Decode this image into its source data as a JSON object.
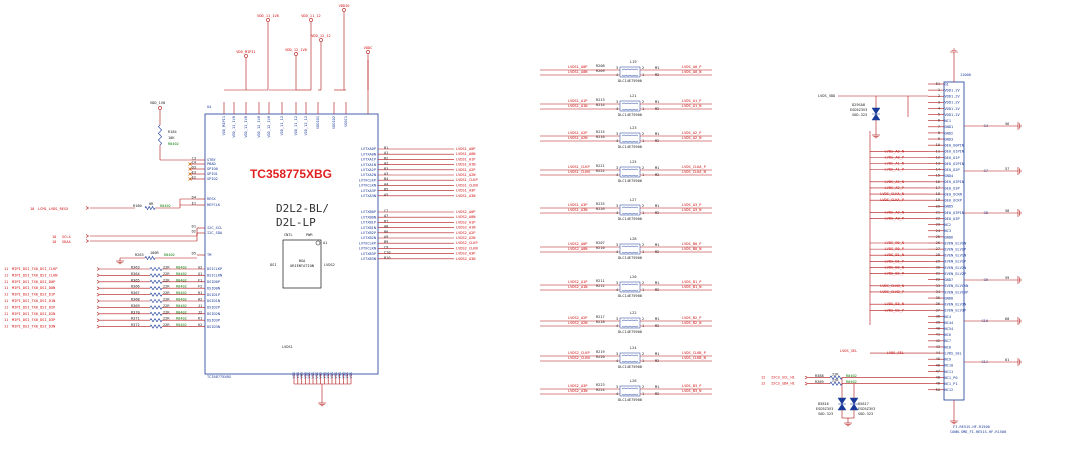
{
  "chip": {
    "ref": "U4",
    "part_red": "TC358775XBG",
    "subtitle_line1": "D2L2-BL/",
    "subtitle_line2": "D2L-LP",
    "bottom_label": "TC358775XBG",
    "inner_cntl": "CNTL",
    "inner_pwr": "PWR",
    "inner_a1": "A1",
    "inner_dsi": "DSI",
    "inner_bga": "BGA",
    "inner_orientation": "ORIENTATION",
    "inner_lvds2": "LVDS2",
    "lvds1_label": "LVDS1"
  },
  "power_rails": [
    {
      "label": "VDD_MIPI1"
    },
    {
      "label": "VDD_11_1V8"
    },
    {
      "label": "VDD_12_1V8"
    },
    {
      "label": "VDD_11_12"
    },
    {
      "label": "VDD_12_12"
    },
    {
      "label": "VDDIO"
    },
    {
      "label": "VDDC"
    }
  ],
  "top_pins": [
    "VDD_MIPI1",
    "VDD_11_1V8",
    "VDD_11_1V8",
    "VDD_12_1V8",
    "VDD_12_1V8",
    "VDD_11_12",
    "VDD_11_12",
    "VDD_12_12",
    "VDDIO1",
    "VDDIO2",
    "VDDC1"
  ],
  "left_pins": [
    {
      "sig": "STBY",
      "pin": "C3"
    },
    {
      "sig": "PBAD",
      "pin": "C4"
    },
    {
      "sig": "GPIO0",
      "pin": "D3"
    },
    {
      "sig": "GPIO1",
      "pin": "E3"
    },
    {
      "sig": "GPIO2",
      "pin": "E2"
    },
    {
      "sig": "RESX",
      "pin": "D4"
    },
    {
      "sig": "REFCLK",
      "pin": "E1"
    },
    {
      "sig": "I2C_SCL",
      "pin": "D1"
    },
    {
      "sig": "I2C_SDA",
      "pin": "D2"
    },
    {
      "sig": "TM",
      "pin": "D5"
    },
    {
      "sig": "DSICLKP",
      "pin": "G2"
    },
    {
      "sig": "DSICLKN",
      "pin": "G1"
    },
    {
      "sig": "DSID0P",
      "pin": "F1"
    },
    {
      "sig": "DSID0N",
      "pin": "F2"
    },
    {
      "sig": "DSID1P",
      "pin": "H1"
    },
    {
      "sig": "DSID1N",
      "pin": "H2"
    },
    {
      "sig": "DSID2P",
      "pin": "J1"
    },
    {
      "sig": "DSID2N",
      "pin": "J2"
    },
    {
      "sig": "DSID3P",
      "pin": "K1"
    },
    {
      "sig": "DSID3N",
      "pin": "K2"
    }
  ],
  "right_pins_a": [
    "LVTXA0P",
    "LVTXA0N",
    "LVTXA1P",
    "LVTXA1N",
    "LVTXA2P",
    "LVTXA2N",
    "LVTXCLKP",
    "LVTXCLKN",
    "LVTXA3P",
    "LVTXA3N"
  ],
  "right_pins_b": [
    "LVTXB0P",
    "LVTXB0N",
    "LVTXB1P",
    "LVTXB1N",
    "LVTXB2P",
    "LVTXB2N",
    "LVTXCLKP",
    "LVTXCLKN",
    "LVTXB3P",
    "LVTXB3N"
  ],
  "right_nets_a": [
    "LVDS1_A0P",
    "LVDS1_A0N",
    "LVDS1_A1P",
    "LVDS1_A1N",
    "LVDS1_A2P",
    "LVDS1_A2N",
    "LVDS1_CLKP",
    "LVDS1_CLKN",
    "LVDS1_A3P",
    "LVDS1_A3N"
  ],
  "right_nets_b": [
    "LVDS2_A0P",
    "LVDS2_A0N",
    "LVDS2_A1P",
    "LVDS2_A1N",
    "LVDS2_A2P",
    "LVDS2_A2N",
    "LVDS2_CLKP",
    "LVDS2_CLKN",
    "LVDS2_A3P",
    "LVDS2_A3N"
  ],
  "bottom_pins": [
    "VSS",
    "VSS",
    "VSS",
    "VSS",
    "VSS",
    "VSS",
    "VSS",
    "VSS",
    "VSS",
    "VSS",
    "VSS",
    "VSS",
    "VSS",
    "VSS",
    "VSS",
    "VSS"
  ],
  "pullup": {
    "rail": "VDD_1V8",
    "ref": "R184",
    "value": "10K",
    "dnp": "R0402"
  },
  "left_nets": [
    {
      "num": "10",
      "name": "LCM1_LVDS_RESX",
      "res": "R180",
      "val": "0R",
      "pkg": "R0402"
    },
    {
      "num": "10",
      "name": "SCL4",
      "res": "",
      "val": "",
      "pkg": ""
    },
    {
      "num": "10",
      "name": "SDA4",
      "res": "",
      "val": "",
      "pkg": ""
    },
    {
      "num": "",
      "name": "",
      "res": "R263",
      "val": "100R",
      "pkg": "R0402"
    }
  ],
  "dsi_nets": [
    {
      "num": "11",
      "name": "MIPI_DSI_TX0_DSI_CLKP",
      "res": "R363",
      "val": "22R",
      "pkg": "R0402",
      "pin": "G2"
    },
    {
      "num": "11",
      "name": "MIPI_DSI_TX0_DSI_CLKN",
      "res": "R364",
      "val": "22R",
      "pkg": "R0402",
      "pin": "G1"
    },
    {
      "num": "11",
      "name": "MIPI_DSI_TX0_DSI_D0P",
      "res": "R365",
      "val": "22R",
      "pkg": "R0402",
      "pin": "F1"
    },
    {
      "num": "11",
      "name": "MIPI_DSI_TX0_DSI_D0N",
      "res": "R366",
      "val": "22R",
      "pkg": "R0402",
      "pin": "F2"
    },
    {
      "num": "11",
      "name": "MIPI_DSI_TX0_DSI_D1P",
      "res": "R367",
      "val": "22R",
      "pkg": "R0402",
      "pin": "H1"
    },
    {
      "num": "11",
      "name": "MIPI_DSI_TX0_DSI_D1N",
      "res": "R368",
      "val": "22R",
      "pkg": "R0402",
      "pin": "H2"
    },
    {
      "num": "11",
      "name": "MIPI_DSI_TX0_DSI_D2P",
      "res": "R369",
      "val": "22R",
      "pkg": "R0402",
      "pin": "J1"
    },
    {
      "num": "11",
      "name": "MIPI_DSI_TX0_DSI_D2N",
      "res": "R370",
      "val": "22R",
      "pkg": "R0402",
      "pin": "J2"
    },
    {
      "num": "11",
      "name": "MIPI_DSI_TX0_DSI_D3P",
      "res": "R371",
      "val": "22R",
      "pkg": "R0402",
      "pin": "K1"
    },
    {
      "num": "11",
      "name": "MIPI_DSI_TX0_DSI_D3N",
      "res": "R372",
      "val": "22R",
      "pkg": "R0402",
      "pin": "K2"
    }
  ],
  "common_modes": [
    {
      "ref": "L19",
      "r1": "R208",
      "r2": "R209",
      "inP": "LVDS1_A0P",
      "inN": "LVDS1_A0N",
      "outP": "LVDS_A0_P",
      "outN": "LVDS_A0_N",
      "part": "DLC14E75900"
    },
    {
      "ref": "L21",
      "r1": "R213",
      "r2": "R214",
      "inP": "LVDS1_A1P",
      "inN": "LVDS1_A1N",
      "outP": "LVDS_A1_P",
      "outN": "LVDS_A1_N",
      "part": "DLC14E75900"
    },
    {
      "ref": "L23",
      "r1": "R215",
      "r2": "R216",
      "inP": "LVDS1_A2P",
      "inN": "LVDS1_A2N",
      "outP": "LVDS_A2_P",
      "outN": "LVDS_A2_N",
      "part": "DLC14E75900"
    },
    {
      "ref": "L25",
      "r1": "R221",
      "r2": "R222",
      "inP": "LVDS1_CLKP",
      "inN": "LVDS1_CLKN",
      "outP": "LVDS_CLKA_P",
      "outN": "LVDS_CLKA_N",
      "part": "DLC14E75900"
    },
    {
      "ref": "L27",
      "r1": "R225",
      "r2": "R226",
      "inP": "LVDS1_A3P",
      "inN": "LVDS1_A3N",
      "outP": "LVDS_A3_P",
      "outN": "LVDS_A3_N",
      "part": "DLC14E75900"
    },
    {
      "ref": "L28",
      "r1": "R207",
      "r2": "R210",
      "inP": "LVDS2_A0P",
      "inN": "LVDS2_A0N",
      "outP": "LVDS_B0_P",
      "outN": "LVDS_B0_N",
      "part": "DLC14E75900"
    },
    {
      "ref": "L20",
      "r1": "R211",
      "r2": "R212",
      "inP": "LVDS2_A1P",
      "inN": "LVDS2_A1N",
      "outP": "LVDS_B1_P",
      "outN": "LVDS_B1_N",
      "part": "DLC14E75900"
    },
    {
      "ref": "L22",
      "r1": "R217",
      "r2": "R218",
      "inP": "LVDS2_A2P",
      "inN": "LVDS2_A2N",
      "outP": "LVDS_B2_P",
      "outN": "LVDS_B2_N",
      "part": "DLC14E75900"
    },
    {
      "ref": "L24",
      "r1": "R219",
      "r2": "R220",
      "inP": "LVDS2_CLKP",
      "inN": "LVDS2_CLKN",
      "outP": "LVDS_CLKB_P",
      "outN": "LVDS_CLKB_N",
      "part": "DLC14E75900"
    },
    {
      "ref": "L26",
      "r1": "R223",
      "r2": "R224",
      "inP": "LVDS2_A3P",
      "inN": "LVDS2_A3N",
      "outP": "LVDS_B3_P",
      "outN": "LVDS_B3_N",
      "part": "DLC14E75900"
    }
  ],
  "connector": {
    "ref": "J1000",
    "part_line1": "FI-RE51S-HF-R1500",
    "part_line2": "CONN-SMD_FI-RE51S-HF-R1500",
    "gnd_pins_right": [
      "G4",
      "G7",
      "G8",
      "G9",
      "G10",
      "G11"
    ],
    "gnd_pins_right_nums": [
      "56",
      "57",
      "58",
      "59",
      "60",
      "61"
    ],
    "pin_names": [
      "G1",
      "VDD1.2V",
      "VDD1.2V",
      "VDD1.2V",
      "VDD1.2V",
      "VDD1.2V",
      "NC1",
      "GND1",
      "GND2",
      "GND3",
      "OE0_O0PIN",
      "OE0_O1PIN",
      "OE0_O1P",
      "OE0_O2PIN",
      "OE0_O2P",
      "GND4",
      "OE0_O3PIN",
      "OE0_O3P",
      "OE0_OCKN",
      "OE0_OCKP",
      "GND5",
      "OE0_O3PIN",
      "OE0_O3P",
      "NC2",
      "NC3",
      "GND6",
      "EVEN_ELVSN",
      "EVEN_ELVSP",
      "EVEN_ELV1N",
      "EVEN_ELV1P",
      "EVEN_ELV2N",
      "EVEN_ELV2P",
      "GND7",
      "EVEN_ELVCKN",
      "EVEN_ELVCKP",
      "GND8",
      "EVEN_ELV3N",
      "EVEN_ELV3P",
      "NC4",
      "NC44",
      "NC54",
      "NC6",
      "NC7",
      "NC8",
      "LVDS_SEL",
      "NC9",
      "NC10",
      "NC11",
      "NC1_P0",
      "NC1_P1",
      "NC12"
    ],
    "pin_nums": [
      "51",
      "1",
      "2",
      "3",
      "4",
      "5",
      "6",
      "7",
      "8",
      "9",
      "10",
      "11",
      "12",
      "13",
      "14",
      "15",
      "16",
      "17",
      "18",
      "19",
      "20",
      "21",
      "22",
      "23",
      "24",
      "25",
      "26",
      "27",
      "28",
      "29",
      "30",
      "31",
      "32",
      "33",
      "34",
      "35",
      "36",
      "37",
      "38",
      "39",
      "40",
      "41",
      "42",
      "43",
      "44",
      "45",
      "46",
      "47",
      "48",
      "49",
      "50"
    ],
    "nets": [
      "",
      "",
      "",
      "",
      "",
      "",
      "",
      "",
      "",
      "",
      "",
      "LVDS_A0_N",
      "LVDS_A0_P",
      "LVDS_A1_N",
      "LVDS_A1_P",
      "",
      "LVDS_A2_N",
      "LVDS_A2_P",
      "LVDS_CLKA_N",
      "LVDS_CLKA_P",
      "",
      "LVDS_A3_N",
      "LVDS_A3_P",
      "",
      "",
      "",
      "LVDS_B0_N",
      "LVDS_B0_P",
      "LVDS_B1_N",
      "LVDS_B1_P",
      "LVDS_B2_N",
      "LVDS_B2_P",
      "",
      "LVDS_CLKB_N",
      "LVDS_CLKB_P",
      "",
      "LVDS_B3_N",
      "LVDS_B3_P",
      "",
      "",
      "",
      "",
      "",
      "",
      "LVDS_SEL",
      "",
      "",
      "",
      "",
      "",
      ""
    ]
  },
  "vdd_rail": {
    "label": "LVDS_VDD"
  },
  "tvs_top": {
    "ref": "D29SA8",
    "part1": "ESD5Z3V3",
    "part2": "SOD-323"
  },
  "lvds_sel": {
    "net": "LVDS_SEL"
  },
  "i2c_bottom": [
    {
      "num": "12",
      "name": "I2C3_SCL_H1",
      "res": "R388",
      "val": "22R"
    },
    {
      "num": "12",
      "name": "I2C3_SDA_H1",
      "res": "R389",
      "val": "22R"
    }
  ],
  "bottom_res_pkg": [
    "R0402",
    "R0402"
  ],
  "tvs_bottom": [
    {
      "ref": "D5816",
      "part1": "ESD5Z3V3",
      "part2": "SOD-323"
    },
    {
      "ref": "D5817",
      "part1": "ESD5Z3V3",
      "part2": "SOD-323"
    }
  ]
}
